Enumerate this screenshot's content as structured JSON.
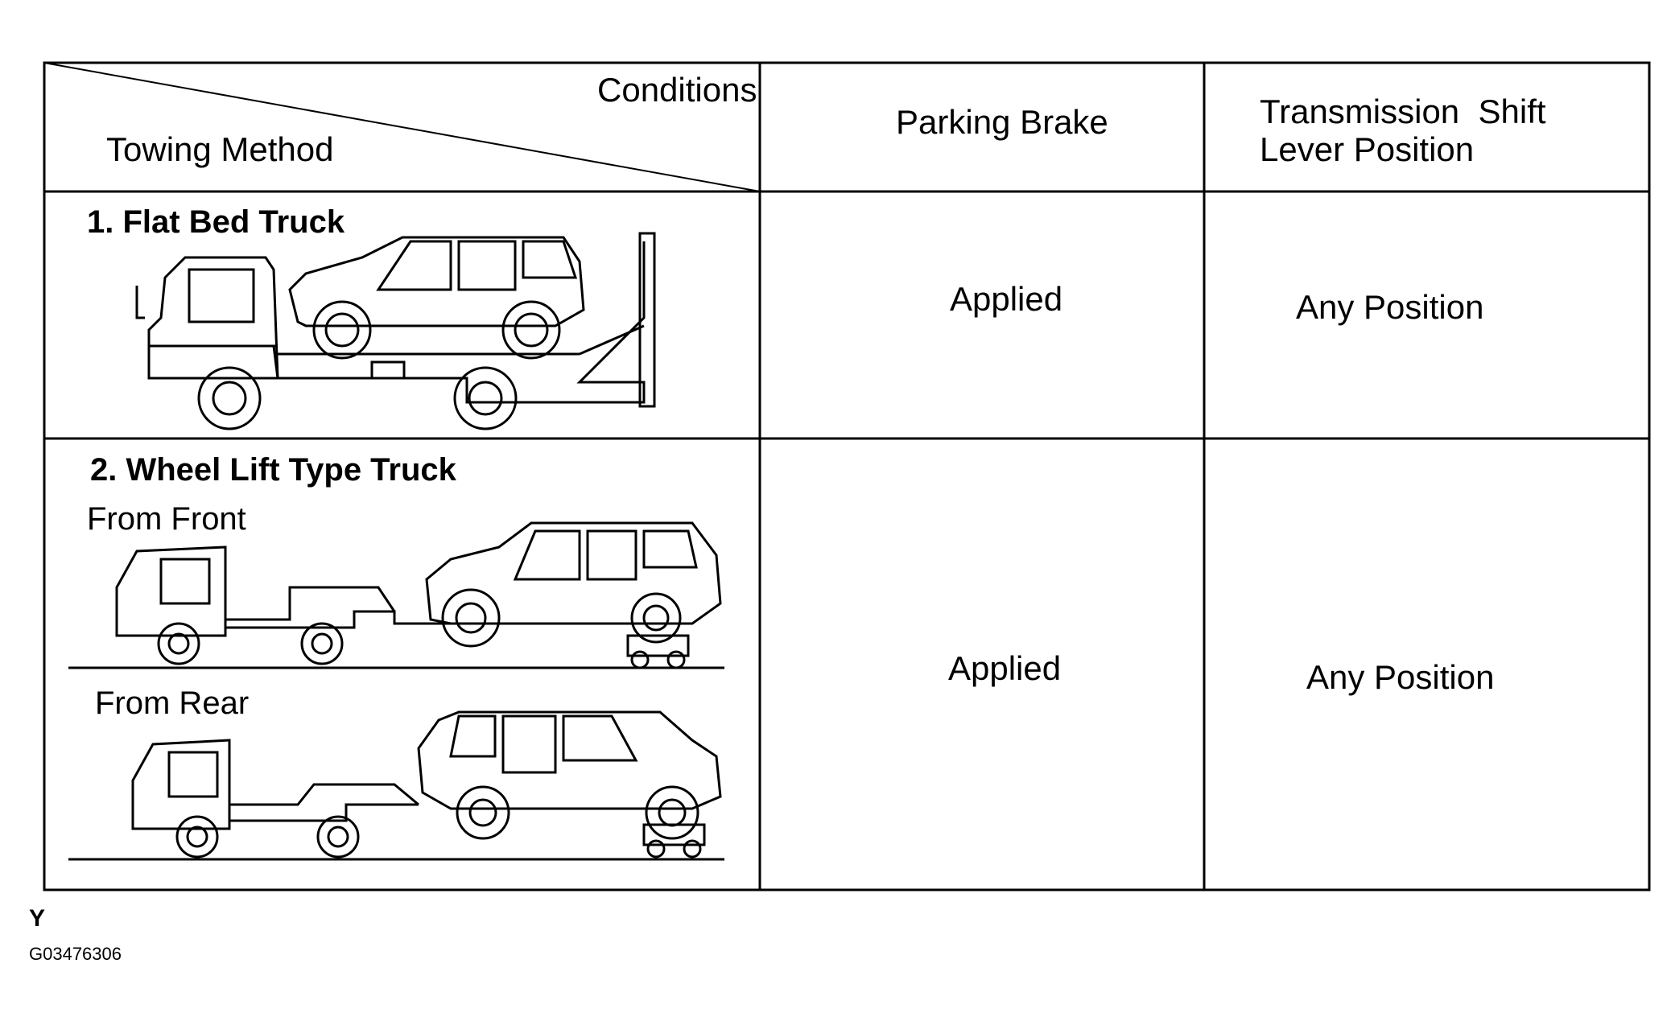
{
  "header": {
    "conditions": "Conditions",
    "towing_method": "Towing Method",
    "parking_brake": "Parking Brake",
    "transmission_line1": "Transmission  Shift",
    "transmission_line2": "Lever Position"
  },
  "rows": [
    {
      "title": "1. Flat Bed Truck",
      "parking_brake": "Applied",
      "shift_position": "Any Position"
    },
    {
      "title": "2. Wheel Lift Type Truck",
      "sub_front": "From Front",
      "sub_rear": "From Rear",
      "parking_brake": "Applied",
      "shift_position": "Any Position"
    }
  ],
  "footer": {
    "code_letter": "Y",
    "figure_id": "G03476306"
  }
}
